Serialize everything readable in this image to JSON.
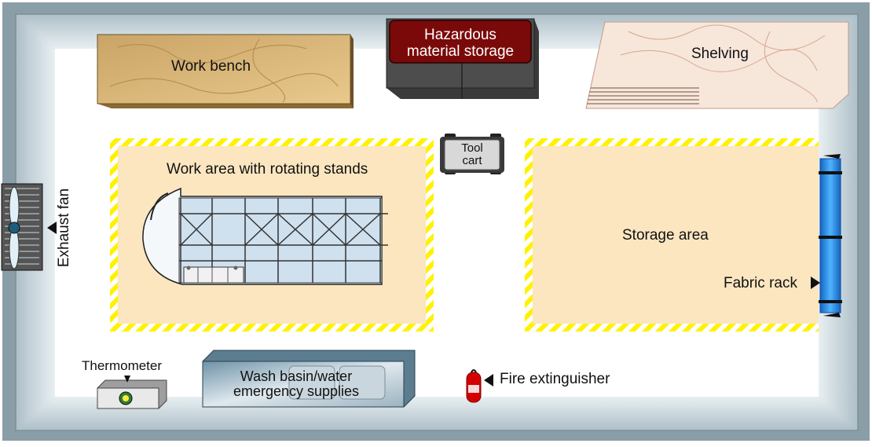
{
  "diagram": {
    "colors": {
      "wall_outer": "#b9c8cf",
      "wall_inner": "#e2ebef",
      "floor": "#ffffff",
      "zone_fill": "#fbe6c0",
      "hazard_stripe": "#fff200",
      "workbench": "#d9b77a",
      "hazmat_box": "#4a4a4a",
      "hazmat_label": "#7a0a0a",
      "fabric_rack": "#1e90ff",
      "extinguisher": "#d40000"
    },
    "labels": {
      "work_bench": "Work bench",
      "hazardous_storage": [
        "Hazardous",
        "material storage"
      ],
      "shelving": "Shelving",
      "tool_cart": [
        "Tool",
        "cart"
      ],
      "work_area": "Work area with rotating stands",
      "storage_area": "Storage area",
      "fabric_rack": "Fabric rack",
      "exhaust_fan": "Exhaust fan",
      "thermometer": "Thermometer",
      "wash_basin": [
        "Wash basin/water",
        "emergency supplies"
      ],
      "fire_extinguisher": "Fire extinguisher"
    }
  }
}
